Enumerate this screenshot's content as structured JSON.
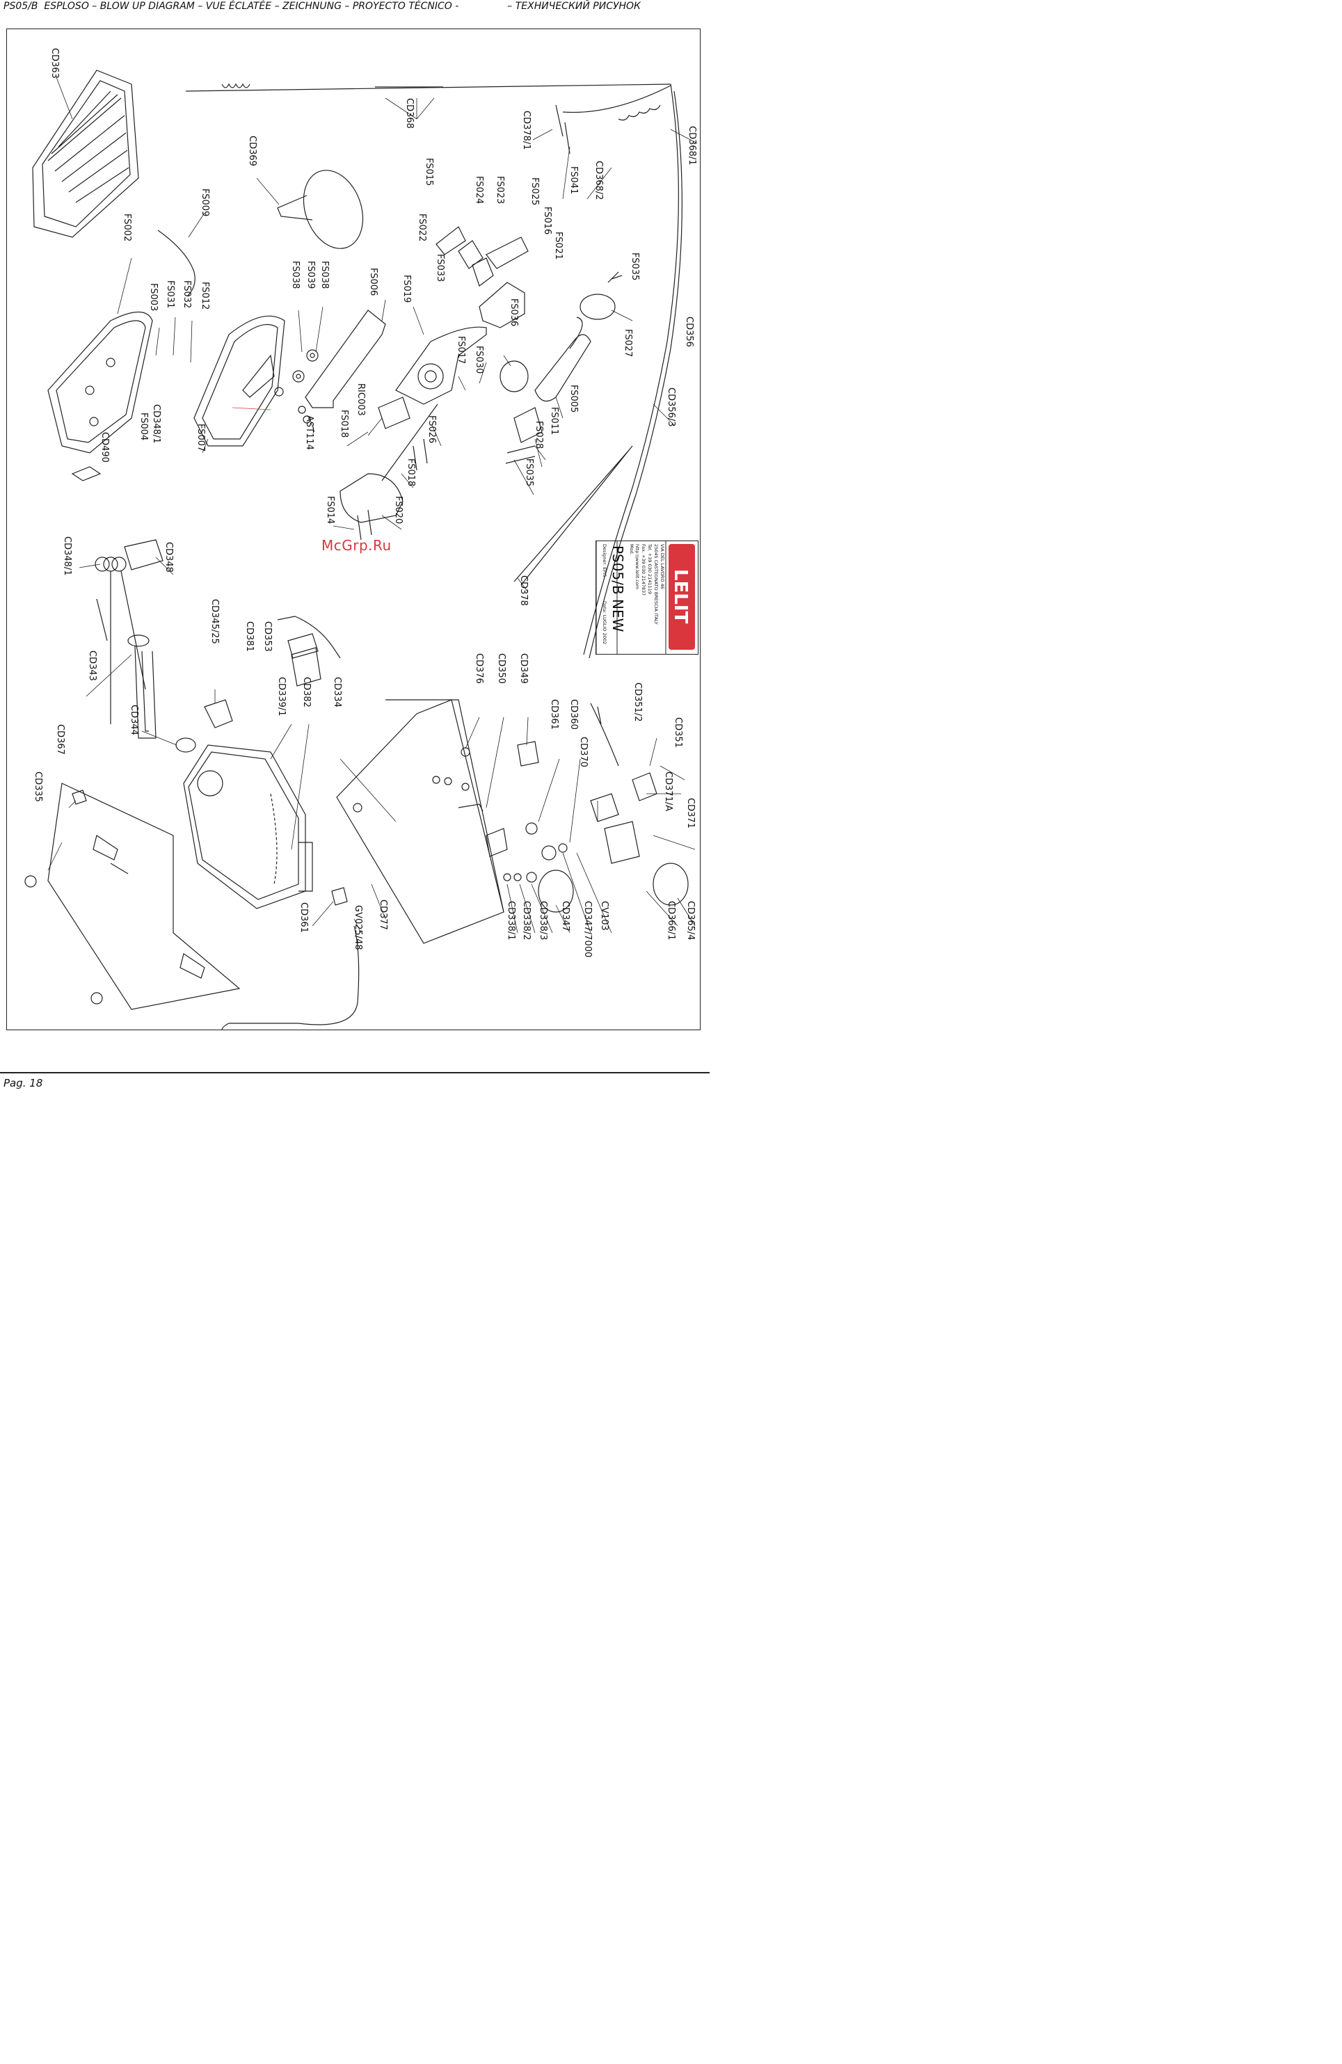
{
  "header": {
    "left": "PS05/B  ESPLOSO – BLOW UP DIAGRAM – VUE ÉCLATÉE – ZEICHNUNG – PROYECTO TÉCNICO -",
    "right": "– ТЕХНИЧЕСКИЙ РИСУНОК"
  },
  "watermark": "McGrp.Ru",
  "footer": "Pag. 18",
  "title_block": {
    "logo": "LELIT",
    "address_lines": [
      "VIA DEL LAVORO 46",
      "25045 CASTEGNATO BRESCIA ITALY",
      "Tel. +39 030 2141119",
      "Fax. +39 030 2147837",
      "http:\\\\www.lelit.com"
    ],
    "mod_label": "Mod.",
    "model": "PS05/B NEW",
    "designer": "Designer: EPIS",
    "data": "Data: LUGLIO 2002"
  },
  "parts": [
    "CD363",
    "CD368",
    "CD378/1",
    "CD368/1",
    "CD369",
    "FS015",
    "FS024",
    "FS023",
    "FS025",
    "CD368/2",
    "FS041",
    "FS009",
    "FS002",
    "FS038",
    "FS039",
    "FS038",
    "FS006",
    "FS019",
    "FS022",
    "FS033",
    "FS016",
    "FS021",
    "FS035",
    "CD356",
    "FS003",
    "FS031",
    "FS032",
    "FS012",
    "FS036",
    "FS027",
    "FS017",
    "FS030",
    "CD348/1",
    "FS004",
    "CD490",
    "FS007",
    "AST114",
    "RIC003",
    "FS018",
    "FS026",
    "FS005",
    "FS011",
    "FS028",
    "FS035",
    "CD356/3",
    "FS018",
    "FS020",
    "FS014",
    "CD348/1",
    "CD348",
    "CD378",
    "CD345/25",
    "CD381",
    "CD353",
    "CD343",
    "CD339/1",
    "CD382",
    "CD334",
    "CD376",
    "CD350",
    "CD349",
    "CD361",
    "CD360",
    "CD351/2",
    "CD351",
    "CD370",
    "CD371/A",
    "CD371",
    "CD344",
    "CD367",
    "CD335",
    "CD361",
    "GV025/48",
    "CD377",
    "CD338/1",
    "CD338/2",
    "CD338/3",
    "CD347",
    "CD347/7000",
    "CV103",
    "CD366/1",
    "CD365/4"
  ]
}
